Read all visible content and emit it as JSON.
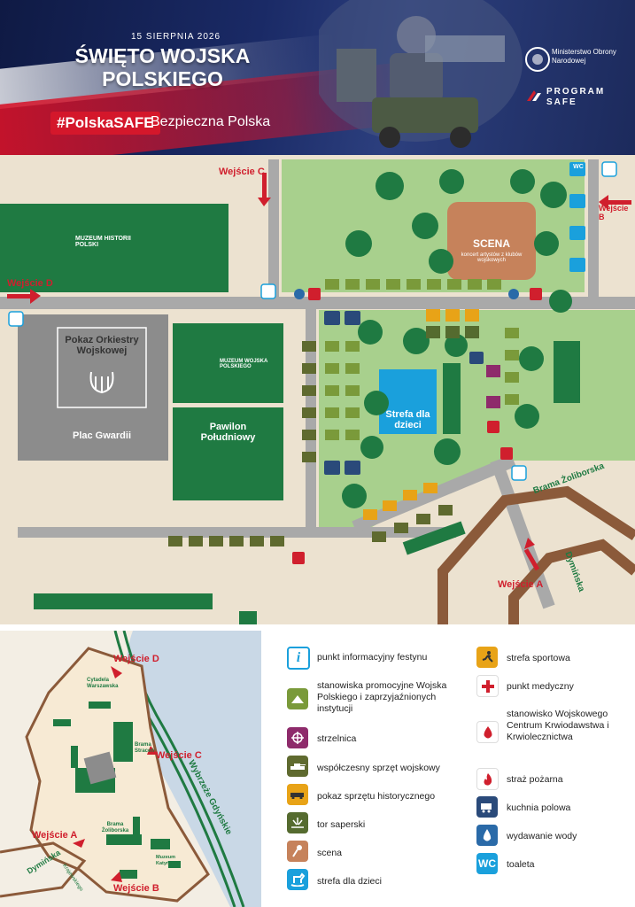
{
  "header": {
    "date": "15 SIERPNIA 2026",
    "title": "ŚWIĘTO WOJSKA POLSKIEGO",
    "hashtag": "#PolskaSAFE",
    "subtitle": "Bezpieczna Polska",
    "ministry": "Ministerstwo Obrony Narodowej",
    "program_line1": "PROGRAM",
    "program_line2": "SAFE"
  },
  "map": {
    "entrances": {
      "a": "Wejście A",
      "b": "Wejście B",
      "c": "Wejście C",
      "d": "Wejście D"
    },
    "streets": {
      "brama": "Brama Żoliborska",
      "dyminska": "Dymińska"
    },
    "buildings": {
      "muzeum_historii": "MUZEUM HISTORII POLSKI",
      "pokaz": "Pokaz Orkiestry Wojskowej",
      "plac": "Plac Gwardii",
      "muzeum_wojska": "MUZEUM WOJSKA POLSKIEGO",
      "pawilon": "Pawilon Południowy",
      "scena_title": "SCENA",
      "scena_sub": "koncert artystów z klubów wojskowych",
      "strefa": "Strefa dla dzieci"
    },
    "wc_label": "WC"
  },
  "overview": {
    "wejscie_a": "Wejście A",
    "wejscie_b": "Wejście B",
    "wejscie_c": "Wejście C",
    "wejscie_d": "Wejście D",
    "cytadela": "Cytadela Warszawska",
    "brama_straceni": "Brama Straceń",
    "brama_zoliborska": "Brama Żoliborska",
    "muzeum_katynskie": "Muzeum Katyńskie",
    "wybrzeze": "Wybrzeże Gdyńskie",
    "dyminska": "Dymińska",
    "krajewskiego": "Krajewskiego"
  },
  "legend": {
    "items": [
      {
        "label": "punkt informacyjny festynu",
        "icon": "info-icon",
        "color": "#1aa0dc"
      },
      {
        "label": "stanowiska promocyjne Wojska Polskiego i zaprzyjaźnionych instytucji",
        "icon": "tent-icon",
        "color": "#7a9a3a"
      },
      {
        "label": "strzelnica",
        "icon": "crosshair-icon",
        "color": "#8e2b6b"
      },
      {
        "label": "współczesny sprzęt wojskowy",
        "icon": "tank-icon",
        "color": "#5f6a2f"
      },
      {
        "label": "pokaz sprzętu historycznego",
        "icon": "historic-vehicle-icon",
        "color": "#e8a317"
      },
      {
        "label": "tor saperski",
        "icon": "explosion-icon",
        "color": "#556b2f"
      },
      {
        "label": "scena",
        "icon": "microphone-icon",
        "color": "#c6825b"
      },
      {
        "label": "strefa dla dzieci",
        "icon": "rocking-horse-icon",
        "color": "#1aa0dc"
      },
      {
        "label": "strefa sportowa",
        "icon": "runner-icon",
        "color": "#e8a317"
      },
      {
        "label": "punkt medyczny",
        "icon": "medical-cross-icon",
        "color": "#d01f2d"
      },
      {
        "label": "stanowisko Wojskowego Centrum Krwiodawstwa i Krwiolecznictwa",
        "icon": "blood-drop-icon",
        "color": "#d01f2d"
      },
      {
        "label": "straż pożarna",
        "icon": "fire-icon",
        "color": "#d01f2d"
      },
      {
        "label": "kuchnia polowa",
        "icon": "field-kitchen-icon",
        "color": "#2a4a7a"
      },
      {
        "label": "wydawanie wody",
        "icon": "water-drop-icon",
        "color": "#2a6aa8"
      },
      {
        "label": "toaleta",
        "icon": "wc-icon",
        "color": "#1aa0dc",
        "text": "WC"
      }
    ]
  }
}
